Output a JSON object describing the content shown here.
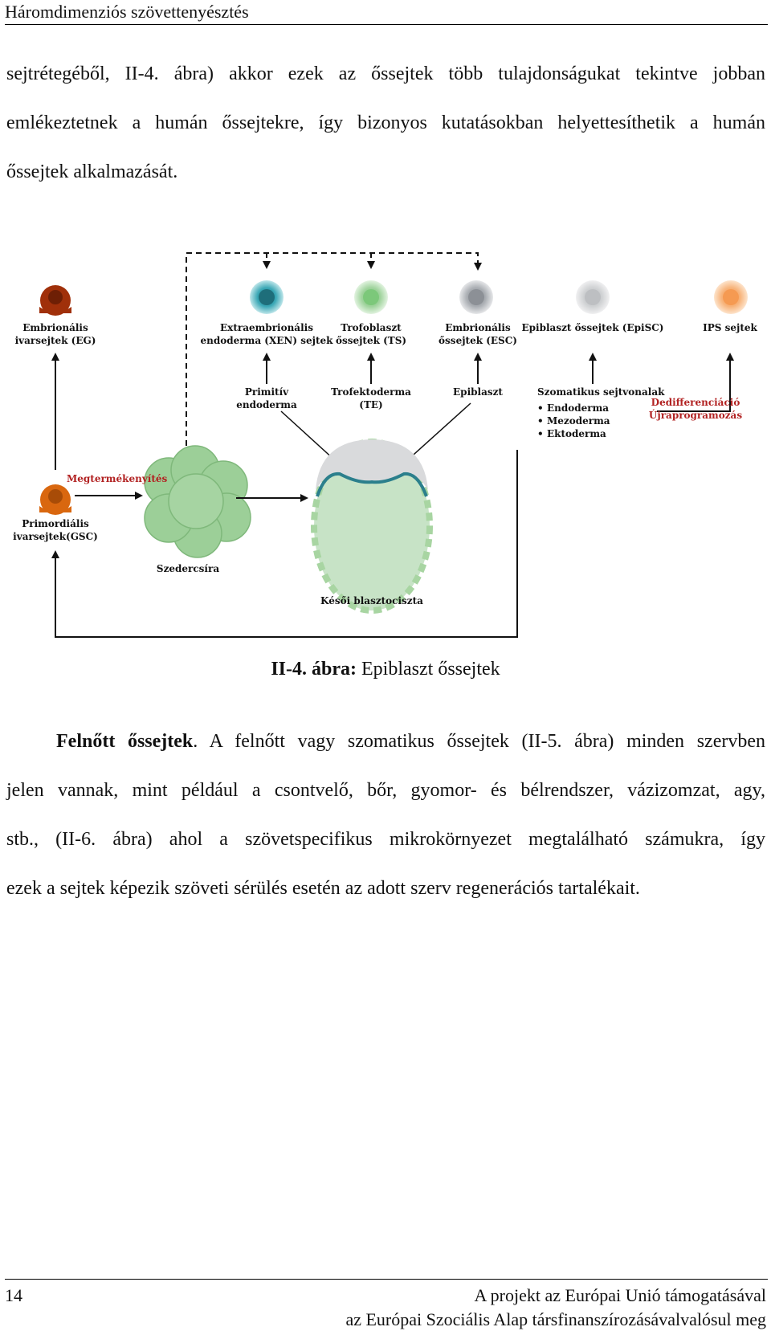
{
  "header": {
    "title": "Háromdimenziós szövettenyésztés"
  },
  "intro": {
    "lines": [
      "sejtrétegéből, II-4. ábra) akkor ezek az őssejtek több tulajdonságukat tekintve jobban",
      "emlékeztetnek a humán őssejtekre, így bizonyos kutatásokban helyettesíthetik a humán",
      "őssejtek alkalmazását."
    ]
  },
  "figure": {
    "top_labels": {
      "eg": [
        "Embrionális",
        "ivarsejtek (EG)"
      ],
      "xen": [
        "Extraembrionális",
        "endoderma (XEN) sejtek"
      ],
      "ts": [
        "Trofoblaszt",
        "őssejtek (TS)"
      ],
      "esc": [
        "Embrionális",
        "őssejtek (ESC)"
      ],
      "episc": "Epiblaszt őssejtek (EpiSC)",
      "ips": "IPS sejtek"
    },
    "mid_labels": {
      "primitive": [
        "Primitív",
        "endoderma"
      ],
      "te": [
        "Trofektoderma",
        "(TE)"
      ],
      "epiblast": "Epiblaszt",
      "somatic": "Szomatikus sejtvonalak",
      "somatic_items": [
        "Endoderma",
        "Mezoderma",
        "Ektoderma"
      ],
      "dediff": [
        "Dedifferenciáció",
        "Újraprogramozás"
      ]
    },
    "lower_labels": {
      "fertilization": "Megtermékenyítés",
      "pgc": [
        "Primordiális",
        "ivarsejtek(GSC)"
      ],
      "morula": "Szedercsíra",
      "blastocyst": "Késői blasztociszta"
    },
    "colors": {
      "eg_cell": "#a0300a",
      "pgc_cell": "#d9670f",
      "xen_cell": "#3aa7b5",
      "ts_cell": "#9fd39c",
      "esc_cell": "#a9adb2",
      "episc_cell": "#cfd1d3",
      "ips_cell": "#f7b37a",
      "embryo_fill": "#c7e3c6",
      "embryo_dots": "#a8d5a2",
      "epiblast_band": "#2b7f8c",
      "red_text": "#b22222"
    }
  },
  "caption": {
    "bold": "II-4. ábra:",
    "text": " Epiblaszt őssejtek"
  },
  "adult": {
    "bold": "Felnőtt őssejtek",
    "lines": [
      ". A felnőtt vagy szomatikus őssejtek (II-5. ábra) minden szervben",
      "jelen vannak, mint például a csontvelő, bőr, gyomor- és bélrendszer, vázizomzat, agy,",
      "stb., (II-6. ábra) ahol a szövetspecifikus mikrokörnyezet megtalálható számukra, így",
      "ezek a sejtek képezik szöveti sérülés esetén az adott szerv regenerációs tartalékait."
    ]
  },
  "footer": {
    "page_number": "14",
    "line1": "A projekt az Európai Unió támogatásával",
    "line2": "az Európai Szociális Alap társfinanszírozásávalvalósul meg"
  }
}
